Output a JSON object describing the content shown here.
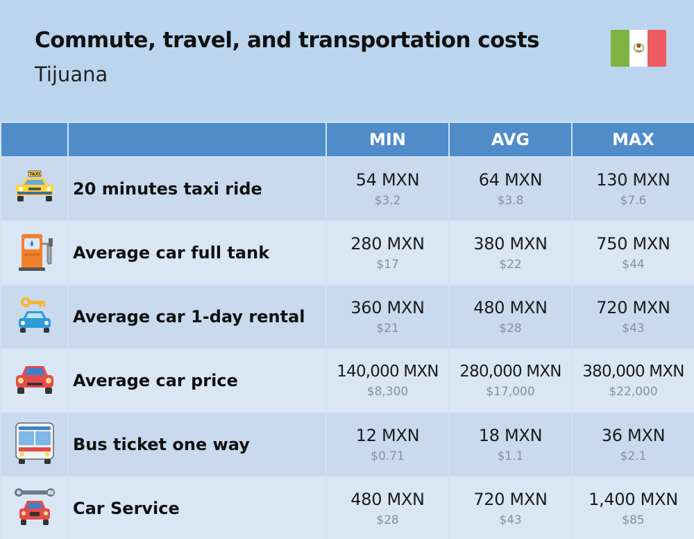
{
  "header": {
    "title": "Commute, travel, and transportation costs",
    "subtitle": "Tijuana"
  },
  "flag": {
    "name": "mexico-flag",
    "colors": [
      "#7cb342",
      "#ffffff",
      "#ef5a67"
    ]
  },
  "columns": [
    "MIN",
    "AVG",
    "MAX"
  ],
  "rows": [
    {
      "icon": "taxi-icon",
      "label": "20 minutes taxi ride",
      "min": "54 MXN",
      "min_usd": "$3.2",
      "avg": "64 MXN",
      "avg_usd": "$3.8",
      "max": "130 MXN",
      "max_usd": "$7.6"
    },
    {
      "icon": "fuel-pump-icon",
      "label": "Average car full tank",
      "min": "280 MXN",
      "min_usd": "$17",
      "avg": "380 MXN",
      "avg_usd": "$22",
      "max": "750 MXN",
      "max_usd": "$44"
    },
    {
      "icon": "car-rental-key-icon",
      "label": "Average car 1-day rental",
      "min": "360 MXN",
      "min_usd": "$21",
      "avg": "480 MXN",
      "avg_usd": "$28",
      "max": "720 MXN",
      "max_usd": "$43"
    },
    {
      "icon": "car-icon",
      "label": "Average car price",
      "min": "140,000 MXN",
      "min_usd": "$8,300",
      "avg": "280,000 MXN",
      "avg_usd": "$17,000",
      "max": "380,000 MXN",
      "max_usd": "$22,000"
    },
    {
      "icon": "bus-icon",
      "label": "Bus ticket one way",
      "min": "12 MXN",
      "min_usd": "$0.71",
      "avg": "18 MXN",
      "avg_usd": "$1.1",
      "max": "36 MXN",
      "max_usd": "$2.1"
    },
    {
      "icon": "car-service-wrench-icon",
      "label": "Car Service",
      "min": "480 MXN",
      "min_usd": "$28",
      "avg": "720 MXN",
      "avg_usd": "$43",
      "max": "1,400 MXN",
      "max_usd": "$85"
    }
  ],
  "colors": {
    "background": "#bcd5ee",
    "header_bg": "#4f8cc9",
    "row_odd": "#c9d9ee",
    "row_even": "#dae6f4"
  }
}
